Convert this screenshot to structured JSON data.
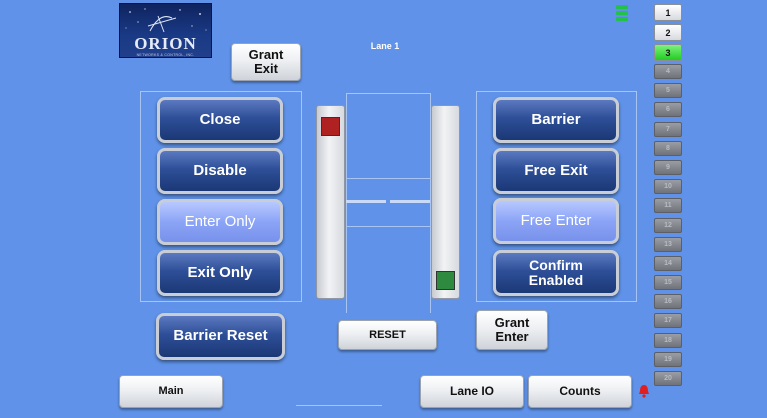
{
  "logo": {
    "name": "ORION",
    "tagline": "NETWORKS & CONTROL, INC."
  },
  "lane_title": "Lane 1",
  "top_buttons": {
    "grant_exit": "Grant\nExit"
  },
  "left_panel": {
    "buttons": [
      {
        "label": "Close",
        "style": "dark"
      },
      {
        "label": "Disable",
        "style": "dark"
      },
      {
        "label": "Enter Only",
        "style": "light"
      },
      {
        "label": "Exit Only",
        "style": "dark"
      }
    ]
  },
  "right_panel": {
    "buttons": [
      {
        "label": "Barrier",
        "style": "dark"
      },
      {
        "label": "Free Exit",
        "style": "dark"
      },
      {
        "label": "Free Enter",
        "style": "light"
      },
      {
        "label": "Confirm\nEnabled",
        "style": "dark"
      }
    ]
  },
  "barrier_reset": "Barrier Reset",
  "reset": "RESET",
  "grant_enter": "Grant\nEnter",
  "bottom_nav": {
    "main": "Main",
    "lane_io": "Lane IO",
    "counts": "Counts"
  },
  "indicators": {
    "left_color": "#b02222",
    "right_color": "#2e8a3e"
  },
  "lane_selector": {
    "items": [
      "1",
      "2",
      "3",
      "4",
      "5",
      "6",
      "7",
      "8",
      "9",
      "10",
      "11",
      "12",
      "13",
      "14",
      "15",
      "16",
      "17",
      "18",
      "19",
      "20"
    ],
    "active": "3"
  },
  "colors": {
    "background": "#5f92e8",
    "button_dark": "#2e4f98",
    "button_light": "#8ba4f6",
    "active_lane": "#22cc22",
    "alert": "#e02020"
  }
}
